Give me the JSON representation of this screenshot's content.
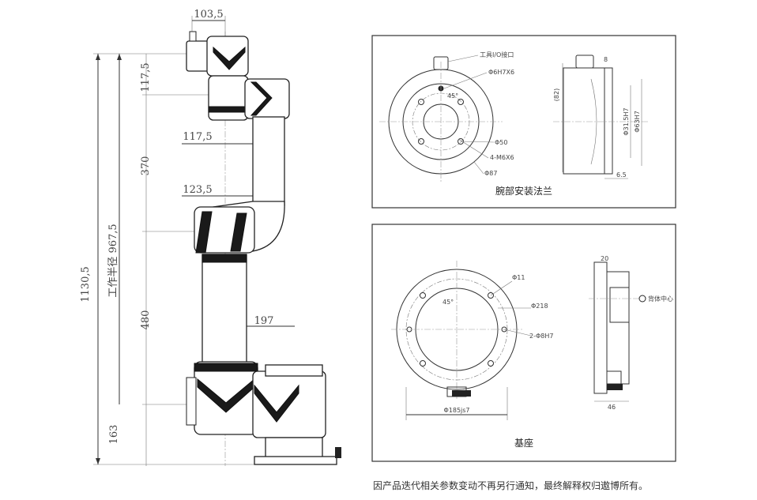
{
  "robot": {
    "dim_top_offset": "103,5",
    "dim_wrist_height": "117,5",
    "dim_upper_offset": "117,5",
    "dim_forearm": "370",
    "dim_elbow_offset": "123,5",
    "dim_upper_arm": "480",
    "dim_base_offset": "197",
    "dim_base_height": "163",
    "dim_total_height": "1130,5",
    "work_radius_label": "工作半径 967,5"
  },
  "wrist_flange": {
    "caption": "腕部安装法兰",
    "label_tool_io": "工具I/O接口",
    "label_d6h7": "Φ6H7X6",
    "label_d50": "Φ50",
    "label_m6": "4-M6X6",
    "label_d87": "Φ87",
    "label_45": "45°",
    "side_8": "8",
    "side_82": "(82)",
    "side_d31": "Φ31.5H7",
    "side_d63": "Φ63H7",
    "side_65": "6.5"
  },
  "base": {
    "caption": "基座",
    "label_d11": "Φ11",
    "label_45": "45°",
    "label_d218": "Φ218",
    "label_d8h7": "2-Φ8H7",
    "label_d185": "Φ185js7",
    "side_20": "20",
    "side_46": "46",
    "side_center": "背体中心"
  },
  "footer": {
    "notice": "因产品迭代相关参数变动不再另行通知，最终解释权归遨博所有。"
  }
}
